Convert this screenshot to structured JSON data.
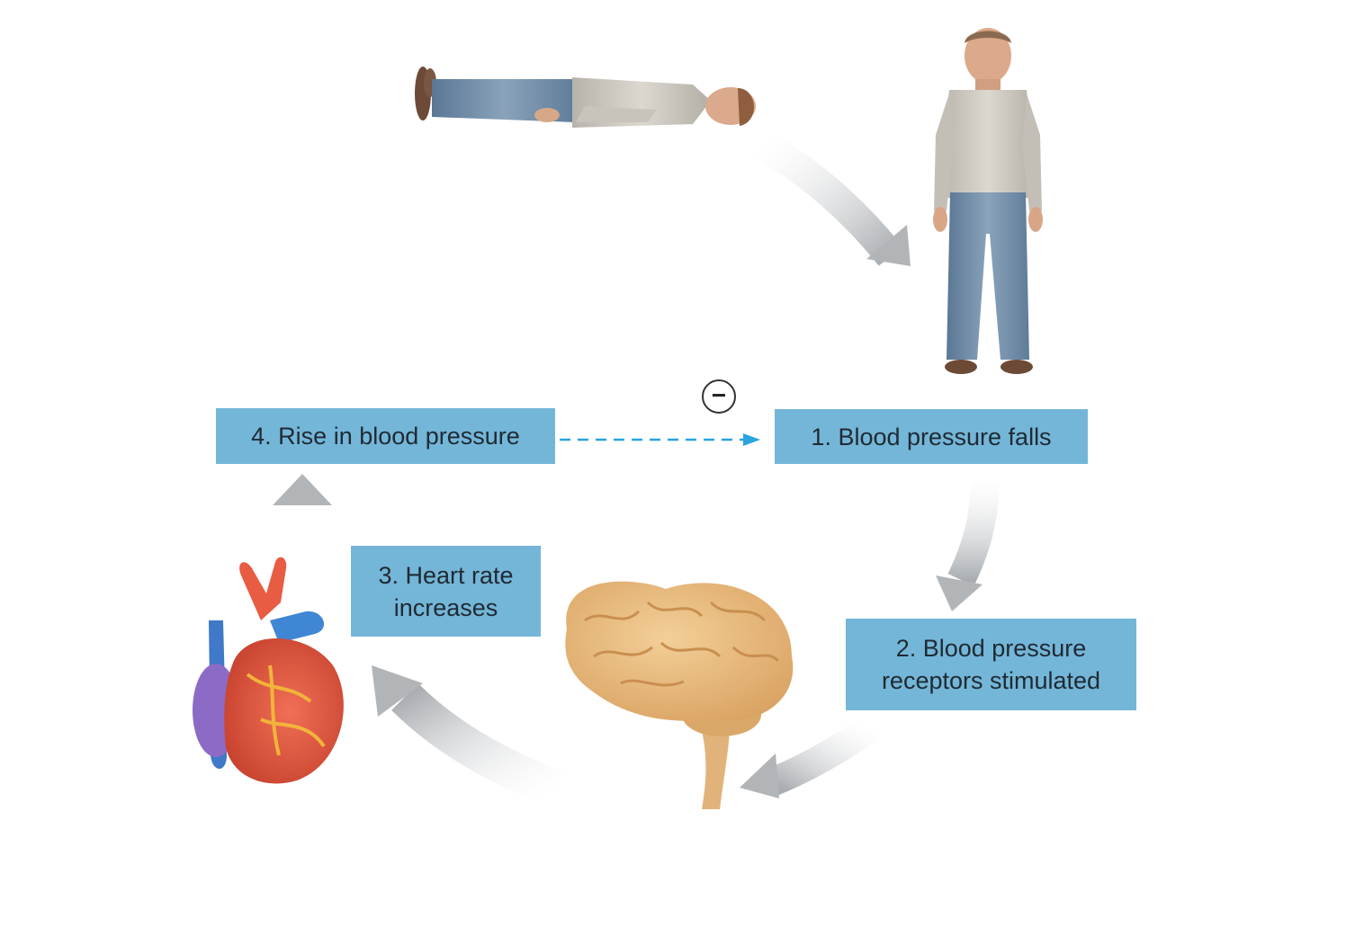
{
  "diagram": {
    "steps": [
      {
        "id": "1",
        "lines": [
          "1. Blood pressure falls"
        ]
      },
      {
        "id": "2",
        "lines": [
          "2. Blood pressure",
          "receptors stimulated"
        ]
      },
      {
        "id": "3",
        "lines": [
          "3. Heart rate",
          "increases"
        ]
      },
      {
        "id": "4",
        "lines": [
          "4. Rise in blood pressure"
        ]
      }
    ],
    "feedback_symbol": "−",
    "colors": {
      "box_fill": "#74b6d8",
      "feedback_arrow": "#2aa3df",
      "cycle_arrow": "#b9bcbf"
    },
    "illustrations": [
      "lying-person-illustration",
      "standing-person-illustration",
      "brain-illustration",
      "heart-illustration"
    ]
  }
}
